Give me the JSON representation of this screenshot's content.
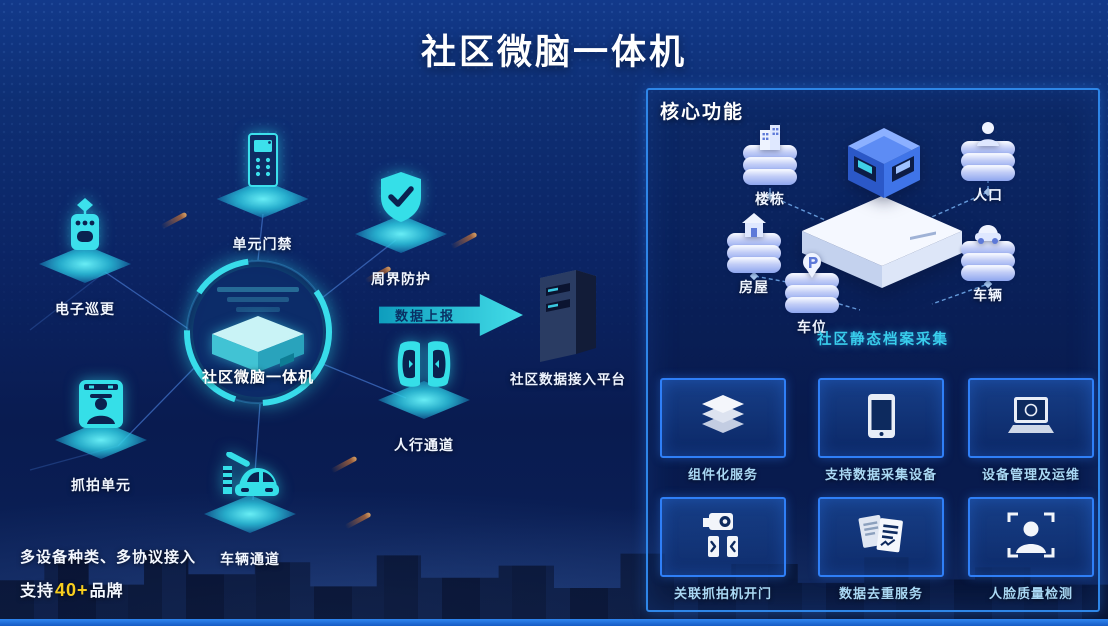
{
  "title": "社区微脑一体机",
  "left_diagram": {
    "nodes": [
      {
        "label": "电子巡更",
        "icon": "patrol-icon"
      },
      {
        "label": "单元门禁",
        "icon": "intercom-icon"
      },
      {
        "label": "周界防护",
        "icon": "shield-check-icon"
      },
      {
        "label": "人行通道",
        "icon": "pedestrian-gate-icon"
      },
      {
        "label": "抓拍单元",
        "icon": "face-capture-icon"
      },
      {
        "label": "车辆通道",
        "icon": "vehicle-barrier-icon"
      }
    ],
    "hub": {
      "label": "社区微脑一体机",
      "icon": "edge-device-icon"
    },
    "flow": {
      "arrow_label": "数据上报",
      "target_label": "社区数据接入平台",
      "target_icon": "server-icon"
    },
    "footnote": {
      "line1": "多设备种类、多协议接入",
      "line2_prefix": "支持",
      "line2_highlight": "40+",
      "line2_suffix": "品牌"
    }
  },
  "right_panel": {
    "header": "核心功能",
    "collection": {
      "caption": "社区静态档案采集",
      "hub_icon": "data-cube-icon",
      "nodes": [
        {
          "label": "楼栋",
          "icon": "building-db-icon"
        },
        {
          "label": "人口",
          "icon": "person-db-icon"
        },
        {
          "label": "房屋",
          "icon": "house-db-icon"
        },
        {
          "label": "车位",
          "icon": "parking-db-icon"
        },
        {
          "label": "车辆",
          "icon": "car-db-icon"
        }
      ]
    },
    "feature_cards": [
      {
        "label": "组件化服务",
        "icon": "layers-icon"
      },
      {
        "label": "支持数据采集设备",
        "icon": "mobile-device-icon"
      },
      {
        "label": "设备管理及运维",
        "icon": "laptop-icon"
      },
      {
        "label": "关联抓拍机开门",
        "icon": "camera-gate-icon"
      },
      {
        "label": "数据去重服务",
        "icon": "documents-icon"
      },
      {
        "label": "人脸质量检测",
        "icon": "face-scan-icon"
      }
    ]
  },
  "colors": {
    "background_top": "#12398a",
    "background_bottom": "#0a1f55",
    "accent_cyan": "#38dcea",
    "card_border_blue": "#2f7ff7",
    "panel_border_blue": "#2e86e8",
    "highlight_yellow": "#f8ce1e",
    "title_white": "#ffffff"
  }
}
